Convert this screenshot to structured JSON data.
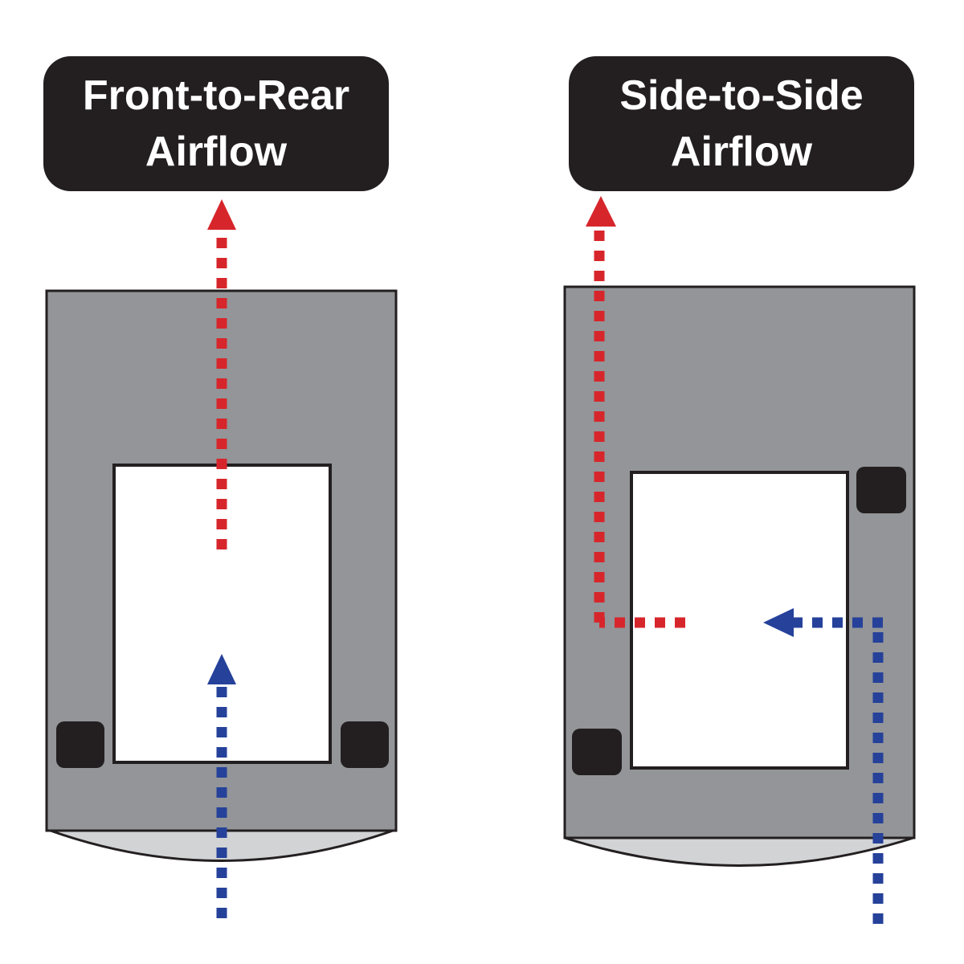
{
  "colors": {
    "chassis_fill": "#939598",
    "chassis_border": "#231f20",
    "bezel_fill": "#d1d3d4",
    "board_fill": "#ffffff",
    "fan_fill": "#231f20",
    "label_bg": "#231f20",
    "label_text": "#ffffff",
    "exhaust_arrow": "#d7262b",
    "intake_arrow": "#25419a"
  },
  "panels": [
    {
      "id": "front-to-rear",
      "title_line1": "Front-to-Rear",
      "title_line2": "Airflow",
      "fans": 2,
      "exhaust_direction": "up (rear)",
      "intake_direction": "up from front"
    },
    {
      "id": "side-to-side",
      "title_line1": "Side-to-Side",
      "title_line2": "Airflow",
      "fans": 2,
      "exhaust_direction": "left then up",
      "intake_direction": "up then left"
    }
  ],
  "legend": {
    "exhaust_icon": "red-dotted-arrow",
    "intake_icon": "blue-dotted-arrow"
  }
}
